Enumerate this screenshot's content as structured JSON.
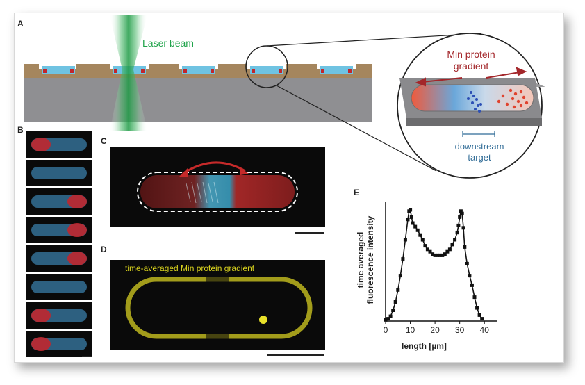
{
  "panels": {
    "a": "A",
    "b": "B",
    "c": "C",
    "d": "D",
    "e": "E"
  },
  "panel_a": {
    "laser_label": "Laser beam",
    "inset_title": "Min protein\ngradient",
    "inset_target": "downstream\ntarget"
  },
  "panel_d": {
    "caption": "time-averaged Min protein gradient"
  },
  "panel_b": {
    "frames": [
      {
        "red_side": "left"
      },
      {
        "red_side": "none"
      },
      {
        "red_side": "right"
      },
      {
        "red_side": "right"
      },
      {
        "red_side": "right"
      },
      {
        "red_side": "none"
      },
      {
        "red_side": "left"
      },
      {
        "red_side": "left"
      }
    ]
  },
  "colors": {
    "laser": "#1fa34a",
    "red_protein": "#c0272d",
    "cyan_target": "#3a7ea8",
    "yellow": "#d8d21e"
  },
  "chart_data": {
    "type": "line",
    "xlabel": "length [µm]",
    "ylabel": "time averaged\nfluorescence intensity",
    "xlim": [
      0,
      45
    ],
    "ylim": [
      0,
      1
    ],
    "xticks": [
      0,
      10,
      20,
      30,
      40
    ],
    "x": [
      0,
      1,
      2,
      3,
      4,
      5,
      6,
      7,
      8,
      9,
      9.5,
      10,
      10.5,
      11,
      12,
      13,
      14,
      15,
      16,
      17,
      18,
      19,
      20,
      21,
      22,
      23,
      24,
      25,
      26,
      27,
      28,
      29,
      29.5,
      30,
      30.5,
      31,
      31.5,
      32,
      33,
      34,
      35,
      36,
      37,
      38,
      39
    ],
    "y": [
      0.01,
      0.02,
      0.04,
      0.09,
      0.16,
      0.26,
      0.38,
      0.52,
      0.68,
      0.85,
      0.92,
      0.93,
      0.87,
      0.82,
      0.79,
      0.76,
      0.72,
      0.68,
      0.63,
      0.6,
      0.58,
      0.56,
      0.55,
      0.55,
      0.55,
      0.55,
      0.56,
      0.58,
      0.6,
      0.64,
      0.68,
      0.74,
      0.8,
      0.87,
      0.92,
      0.9,
      0.78,
      0.62,
      0.48,
      0.38,
      0.3,
      0.2,
      0.11,
      0.05,
      0.02
    ]
  }
}
